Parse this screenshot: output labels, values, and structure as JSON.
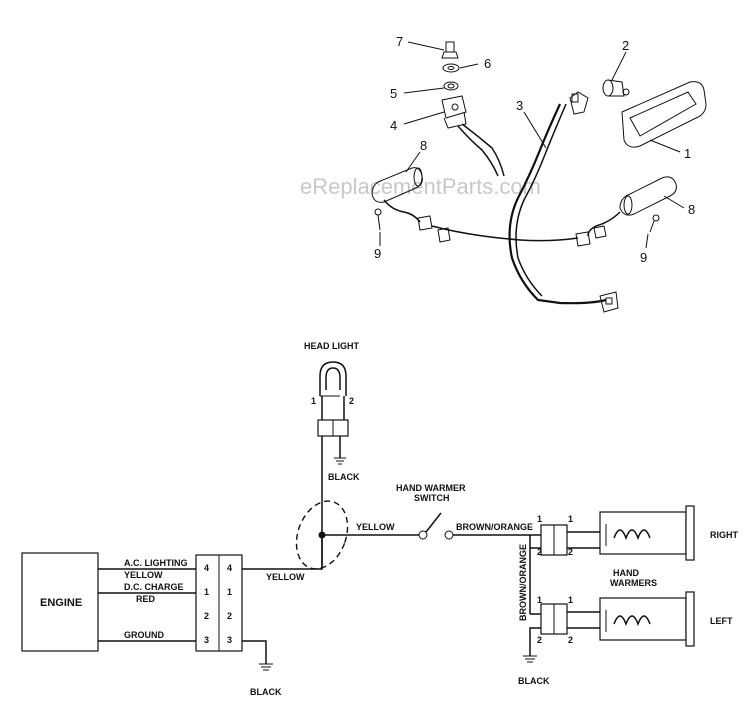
{
  "watermark": "eReplacementParts.com",
  "callouts": {
    "c1": "1",
    "c2": "2",
    "c3": "3",
    "c4": "4",
    "c5": "5",
    "c6": "6",
    "c7": "7",
    "c8a": "8",
    "c8b": "8",
    "c9a": "9",
    "c9b": "9"
  },
  "schematic": {
    "head_light": "HEAD LIGHT",
    "hl_pin1": "1",
    "hl_pin2": "2",
    "hl_black": "BLACK",
    "engine": "ENGINE",
    "ac_lighting": "A.C. LIGHTING",
    "yellow_1": "YELLOW",
    "dc_charge": "D.C. CHARGE",
    "red": "RED",
    "ground": "GROUND",
    "conn_left": [
      "4",
      "1",
      "2",
      "3"
    ],
    "conn_right": [
      "4",
      "1",
      "2",
      "3"
    ],
    "yellow_2": "YELLOW",
    "eng_black": "BLACK",
    "yellow_3": "YELLOW",
    "hand_warmer_switch_1": "HAND WARMER",
    "hand_warmer_switch_2": "SWITCH",
    "brown_orange_1": "BROWN/ORANGE",
    "brown_orange_2": "BROWN/ORANGE",
    "hw_top_pins": [
      "1",
      "1",
      "2",
      "2"
    ],
    "hw_bot_pins": [
      "1",
      "1",
      "2",
      "2"
    ],
    "right": "RIGHT",
    "hand_warmers_1": "HAND",
    "hand_warmers_2": "WARMERS",
    "left": "LEFT",
    "hw_black": "BLACK"
  }
}
